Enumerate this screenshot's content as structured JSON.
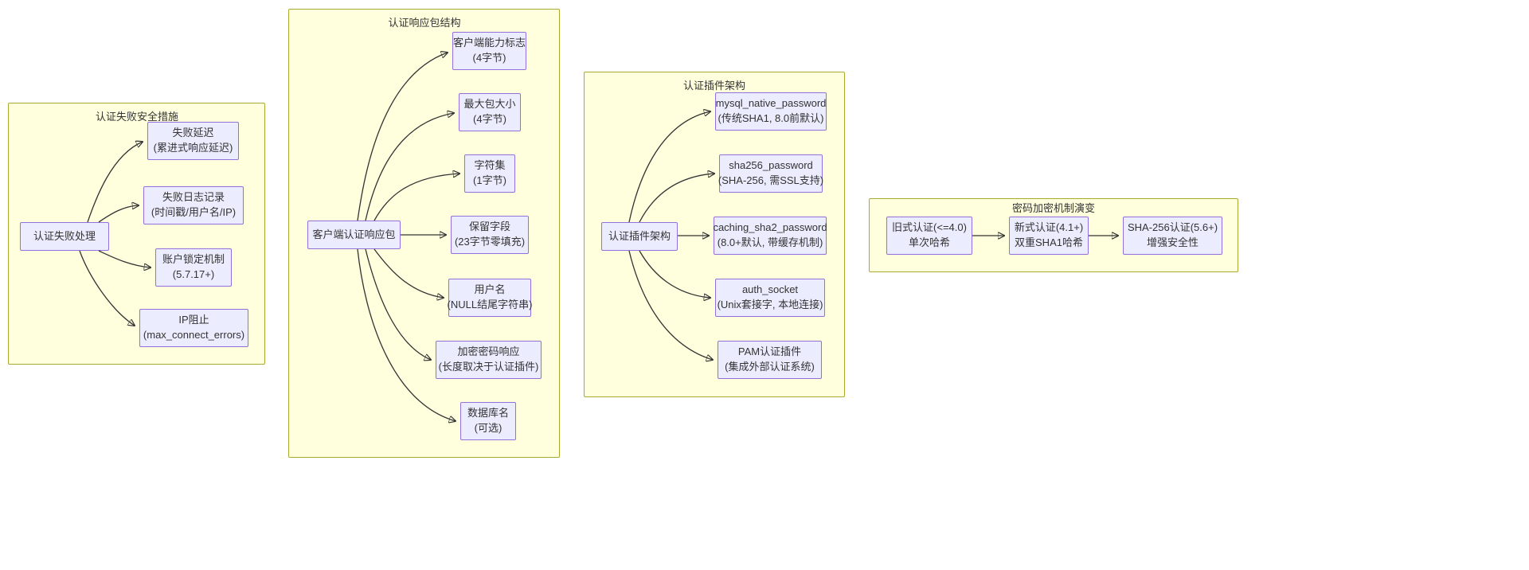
{
  "diagram": {
    "type": "flowchart",
    "direction": "left-to-right",
    "theme": {
      "cluster_fill": "#ffffde",
      "cluster_stroke": "#aaaa33",
      "node_fill": "#ececff",
      "node_stroke": "#9370db",
      "edge_stroke": "#333333",
      "text_color": "#333333",
      "background": "#ffffff"
    }
  },
  "clusters": [
    {
      "id": "cluster-auth-failure",
      "title": "认证失败安全措施",
      "root": {
        "label": "认证失败处理"
      },
      "children": [
        {
          "line1": "失败延迟",
          "line2": "(累进式响应延迟)"
        },
        {
          "line1": "失败日志记录",
          "line2": "(时间戳/用户名/IP)"
        },
        {
          "line1": "账户锁定机制",
          "line2": "(5.7.17+)"
        },
        {
          "line1": "IP阻止",
          "line2": "(max_connect_errors)"
        }
      ]
    },
    {
      "id": "cluster-auth-response-packet",
      "title": "认证响应包结构",
      "root": {
        "label": "客户端认证响应包"
      },
      "children": [
        {
          "line1": "客户端能力标志",
          "line2": "(4字节)"
        },
        {
          "line1": "最大包大小",
          "line2": "(4字节)"
        },
        {
          "line1": "字符集",
          "line2": "(1字节)"
        },
        {
          "line1": "保留字段",
          "line2": "(23字节零填充)"
        },
        {
          "line1": "用户名",
          "line2": "(NULL结尾字符串)"
        },
        {
          "line1": "加密密码响应",
          "line2": "(长度取决于认证插件)"
        },
        {
          "line1": "数据库名",
          "line2": "(可选)"
        }
      ]
    },
    {
      "id": "cluster-auth-plugin",
      "title": "认证插件架构",
      "root": {
        "label": "认证插件架构"
      },
      "children": [
        {
          "line1": "mysql_native_password",
          "line2": "(传统SHA1, 8.0前默认)"
        },
        {
          "line1": "sha256_password",
          "line2": "(SHA-256, 需SSL支持)"
        },
        {
          "line1": "caching_sha2_password",
          "line2": "(8.0+默认, 带缓存机制)"
        },
        {
          "line1": "auth_socket",
          "line2": "(Unix套接字, 本地连接)"
        },
        {
          "line1": "PAM认证插件",
          "line2": "(集成外部认证系统)"
        }
      ]
    },
    {
      "id": "cluster-password-evolution",
      "title": "密码加密机制演变",
      "chain": [
        {
          "line1": "旧式认证(<=4.0)",
          "line2": "单次哈希"
        },
        {
          "line1": "新式认证(4.1+)",
          "line2": "双重SHA1哈希"
        },
        {
          "line1": "SHA-256认证(5.6+)",
          "line2": "增强安全性"
        }
      ]
    }
  ]
}
